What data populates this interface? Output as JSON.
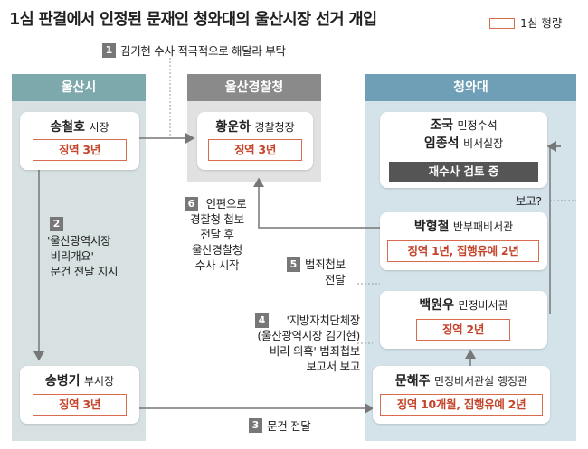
{
  "title": "1심 판결에서 인정된 문재인 청와대의 울산시장 선거 개입",
  "legend": {
    "label": "1심 형량",
    "color": "#d86a4e"
  },
  "columns": {
    "ulsan": {
      "label": "울산시",
      "color": "#7ea9ac"
    },
    "police": {
      "label": "울산경찰청",
      "color": "#8a8a8a"
    },
    "bluehouse": {
      "label": "청와대",
      "color": "#6f9fb6"
    }
  },
  "people": {
    "song_cheolho": {
      "name": "송철호",
      "position": "시장",
      "sentence": "징역 3년"
    },
    "song_byeonggi": {
      "name": "송병기",
      "position": "부시장",
      "sentence": "징역 3년"
    },
    "hwang_unha": {
      "name": "황운하",
      "position": "경찰청장",
      "sentence": "징역 3년"
    },
    "cho_kuk": {
      "name": "조국",
      "position": "민정수석"
    },
    "lim_jongseok": {
      "name": "임종석",
      "position": "비서실장"
    },
    "reinvestigation": "재수사 검토 중",
    "park_hyeongcheol": {
      "name": "박형철",
      "position": "반부패비서관",
      "sentence": "징역 1년, 집행유예 2년"
    },
    "baek_wonwoo": {
      "name": "백원우",
      "position": "민정비서관",
      "sentence": "징역 2년"
    },
    "moon_haeju": {
      "name": "문해주",
      "position": "민정비서관실 행정관",
      "sentence": "징역 10개월, 집행유예 2년"
    }
  },
  "steps": [
    {
      "num": "1",
      "lines": [
        "김기현 수사 적극적으로 해달라 부탁"
      ]
    },
    {
      "num": "2",
      "lines": [
        "'울산광역시장",
        " 비리개요'",
        " 문건 전달 지시"
      ]
    },
    {
      "num": "3",
      "lines": [
        "문건 전달"
      ]
    },
    {
      "num": "4",
      "lines": [
        "'지방자치단체장",
        "(울산광역시장 김기현)",
        "비리 의혹' 범죄첩보",
        "보고서 보고"
      ]
    },
    {
      "num": "5",
      "lines": [
        "범죄첩보",
        "전달"
      ]
    },
    {
      "num": "6",
      "lines": [
        "인편으로",
        "경찰청 첩보",
        "전달 후",
        "울산경찰청",
        "수사 시작"
      ]
    }
  ],
  "report_label": "보고?"
}
